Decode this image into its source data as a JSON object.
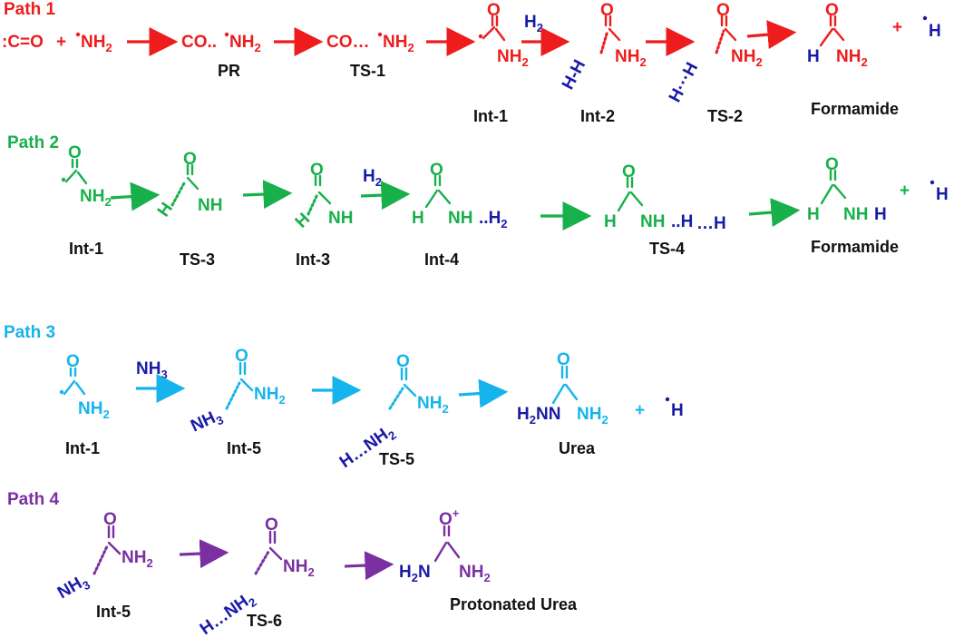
{
  "colors": {
    "p1": "#ee1c1c",
    "p2": "#18b04a",
    "p3": "#16b4ec",
    "p4": "#7a2fa2",
    "h": "#1a1aa8",
    "label": "#111111"
  },
  "paths": {
    "p1": {
      "title": "Path 1",
      "co": ":C=O",
      "plus1": "+",
      "nh2radical": "NH",
      "co_pr": "CO..",
      "nh_pr": "NH",
      "pr": "PR",
      "co_ts": "CO…",
      "nh_ts": "NH",
      "ts1": "TS-1",
      "int1": "Int-1",
      "h2": "H",
      "int2": "Int-2",
      "ts2": "TS-2",
      "formamide": "Formamide",
      "plus2": "+",
      "h_rad": "H",
      "hh": "H-H",
      "h_dots": "H···H"
    },
    "p2": {
      "title": "Path 2",
      "int1": "Int-1",
      "ts3": "TS-3",
      "int3": "Int-3",
      "h2": "H",
      "int4": "Int-4",
      "ts4": "TS-4",
      "formamide": "Formamide",
      "plus": "+",
      "h_rad": "H"
    },
    "p3": {
      "title": "Path 3",
      "int1": "Int-1",
      "nh3": "NH",
      "int5": "Int-5",
      "ts5": "TS-5",
      "urea": "Urea",
      "plus": "+",
      "h_rad": "H"
    },
    "p4": {
      "title": "Path 4",
      "int5": "Int-5",
      "ts6": "TS-6",
      "product": "Protonated Urea"
    }
  },
  "atoms": {
    "o": "O",
    "nh2": "NH",
    "nh": "NH",
    "h": "H",
    "h2n": "H",
    "nh3": "NH",
    "sub2": "2",
    "sub3": "3",
    "plus_charge": "+"
  }
}
